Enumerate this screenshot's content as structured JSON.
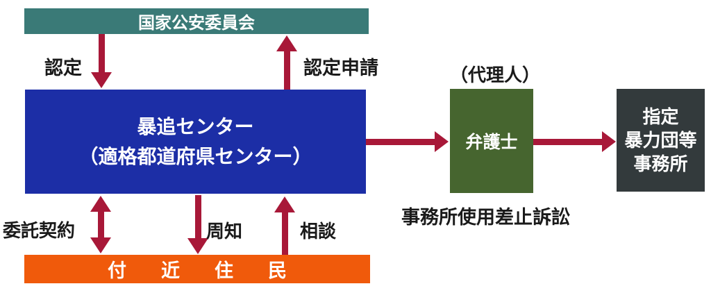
{
  "colors": {
    "background": "#ffffff",
    "teal": "#3a7a77",
    "blue": "#1c2ea6",
    "orange": "#f05a0b",
    "green": "#46652f",
    "dark": "#333a3c",
    "arrow": "#a81838",
    "label": "#1a1a1a",
    "box_text": "#ffffff"
  },
  "nodes": {
    "national_public_safety_commission": {
      "label": "国家公安委員会"
    },
    "boutsui_center": {
      "line1": "暴追センター",
      "line2": "（適格都道府県センター）"
    },
    "nearby_residents": {
      "label": "付近住民"
    },
    "lawyer": {
      "label": "弁護士",
      "annotation": "（代理人）"
    },
    "designated_gang_office": {
      "line1": "指定",
      "line2": "暴力団等",
      "line3": "事務所"
    }
  },
  "edges": {
    "certification": {
      "label": "認定"
    },
    "certification_application": {
      "label": "認定申請"
    },
    "consignment_contract": {
      "label": "委託契約"
    },
    "notification": {
      "label": "周知"
    },
    "consultation": {
      "label": "相談"
    },
    "office_injunction_lawsuit": {
      "label": "事務所使用差止訴訟"
    }
  }
}
